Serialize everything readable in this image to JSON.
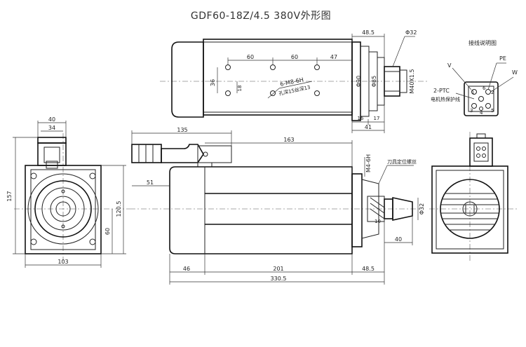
{
  "title": "GDF60-18Z/4.5 380V外形图",
  "wiring": {
    "heading": "接线说明图",
    "v": "V",
    "pe": "PE",
    "w": "W",
    "ptc": "2-PTC",
    "ptc_note": "电机热保护线",
    "pins": [
      "1",
      "2",
      "3",
      "4",
      "5",
      "6"
    ]
  },
  "top_view": {
    "d_48_5": "48.5",
    "d_phi32": "Φ32",
    "d_60a": "60",
    "d_60b": "60",
    "d_47": "47",
    "d_36": "36",
    "d_18": "18",
    "d_phi90": "Φ90",
    "d_phi85": "Φ85",
    "d_m40": "M40X1.5",
    "thread_note": "6-M8-6H",
    "thread_note2": "孔深15丝深13",
    "d_16": "16",
    "d_17": "17",
    "d_41": "41"
  },
  "front_view": {
    "d_40": "40",
    "d_34": "34",
    "d_157": "157",
    "d_120_5": "120.5",
    "d_60": "60",
    "d_103": "103"
  },
  "side_view": {
    "d_135": "135",
    "d_163": "163",
    "d_51": "51",
    "d_m4": "M4-6H",
    "tool_note": "刀具定位螺丝",
    "d_10": "10",
    "d_phi32": "Φ32",
    "d_40": "40",
    "d_46": "46",
    "d_201": "201",
    "d_48_5": "48.5",
    "d_330_5": "330.5"
  }
}
